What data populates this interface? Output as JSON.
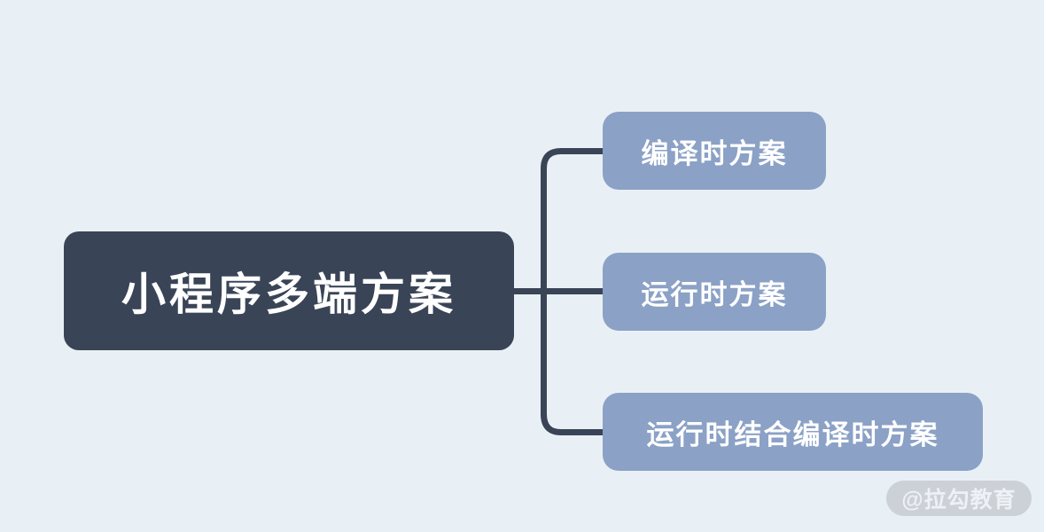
{
  "diagram": {
    "root": {
      "label": "小程序多端方案"
    },
    "children": [
      {
        "label": "编译时方案"
      },
      {
        "label": "运行时方案"
      },
      {
        "label": "运行时结合编译时方案"
      }
    ],
    "colors": {
      "background": "#e9f0f5",
      "root_fill": "#394457",
      "child_fill": "#8ba1c6",
      "connector": "#394457",
      "node_text": "#ffffff",
      "watermark_fill": "#ccd1d7",
      "watermark_text": "#eef1f5"
    }
  },
  "watermark": {
    "label": "@拉勾教育"
  }
}
